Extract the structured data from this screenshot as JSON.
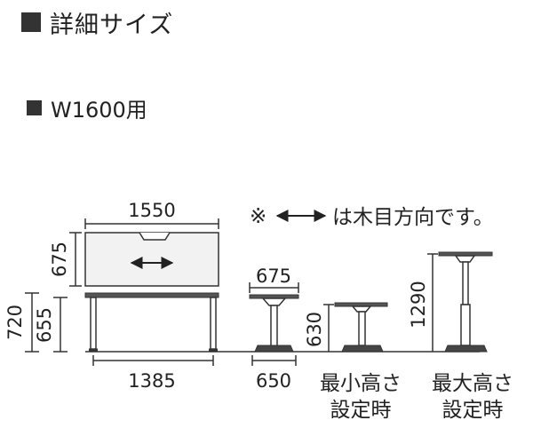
{
  "header": {
    "title": "詳細サイズ",
    "icon": "square-bullet-icon"
  },
  "variant": {
    "label": "W1600用",
    "icon": "square-bullet-icon"
  },
  "note": {
    "mark": "※",
    "arrow_icon": "double-arrow-icon",
    "text": "は木目方向です。"
  },
  "dimensions": {
    "top_width": "1550",
    "top_depth": "675",
    "desk_height": "720",
    "leg_height": "655",
    "base_width": "1385",
    "side_depth": "675",
    "side_base": "650",
    "min_height": "630",
    "max_height": "1290"
  },
  "captions": {
    "min_line1": "最小高さ",
    "min_line2": "設定時",
    "max_line1": "最大高さ",
    "max_line2": "設定時"
  },
  "colors": {
    "line": "#333333",
    "top_fill": "#f2f2f2",
    "base_fill": "#555555"
  }
}
